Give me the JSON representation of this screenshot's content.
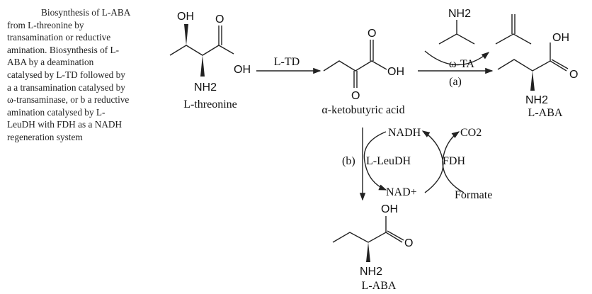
{
  "caption": "Biosynthesis of L-ABA from L-threonine by transamination or reductive amination. Biosynthesis of L-ABA by a deamination catalysed by L-TD followed by a a transamination catalysed by ω-transaminase, or b a reductive amination catalysed by L-LeuDH with FDH as a NADH regeneration system",
  "compounds": {
    "threonine": {
      "name": "L-threonine",
      "oh_top": "OH",
      "o": "O",
      "oh": "OH",
      "nh2": "NH2"
    },
    "keto": {
      "name": "α-ketobutyric acid",
      "o_top": "O",
      "o_bottom": "O",
      "oh": "OH"
    },
    "aba_right": {
      "name": "L-ABA",
      "oh": "OH",
      "o": "O",
      "nh2": "NH2"
    },
    "aba_bottom": {
      "name": "L-ABA",
      "oh": "OH",
      "o": "O",
      "nh2": "NH2"
    },
    "isopropylamine": {
      "nh2": "NH2"
    }
  },
  "reactions": {
    "deamination_enzyme": "L-TD",
    "transamination_enzyme": "ω-TA",
    "route_a": "(a)",
    "route_b": "(b)",
    "reductive_enzyme": "L-LeuDH",
    "regeneration_enzyme": "FDH",
    "nadh": "NADH",
    "nad": "NAD+",
    "co2": "CO2",
    "formate": "Formate"
  }
}
